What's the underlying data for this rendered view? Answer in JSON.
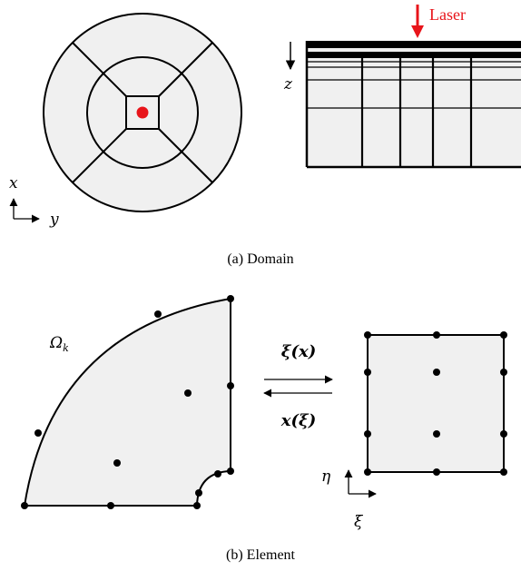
{
  "panel_a": {
    "laser_label": "Laser",
    "depth_label": "z",
    "axis_x_label": "x",
    "axis_y_label": "y",
    "caption": "(a) Domain",
    "colors": {
      "laser": "#e8141a",
      "fill": "#f0f0f0",
      "stroke": "#000000"
    }
  },
  "panel_b": {
    "element_label": "Ωk",
    "element_label_base": "Ω",
    "element_label_sub": "k",
    "map_forward": "ξ(x)",
    "map_backward": "x(ξ)",
    "axis_eta_label": "η",
    "axis_xi_label": "ξ",
    "caption": "(b) Element"
  }
}
